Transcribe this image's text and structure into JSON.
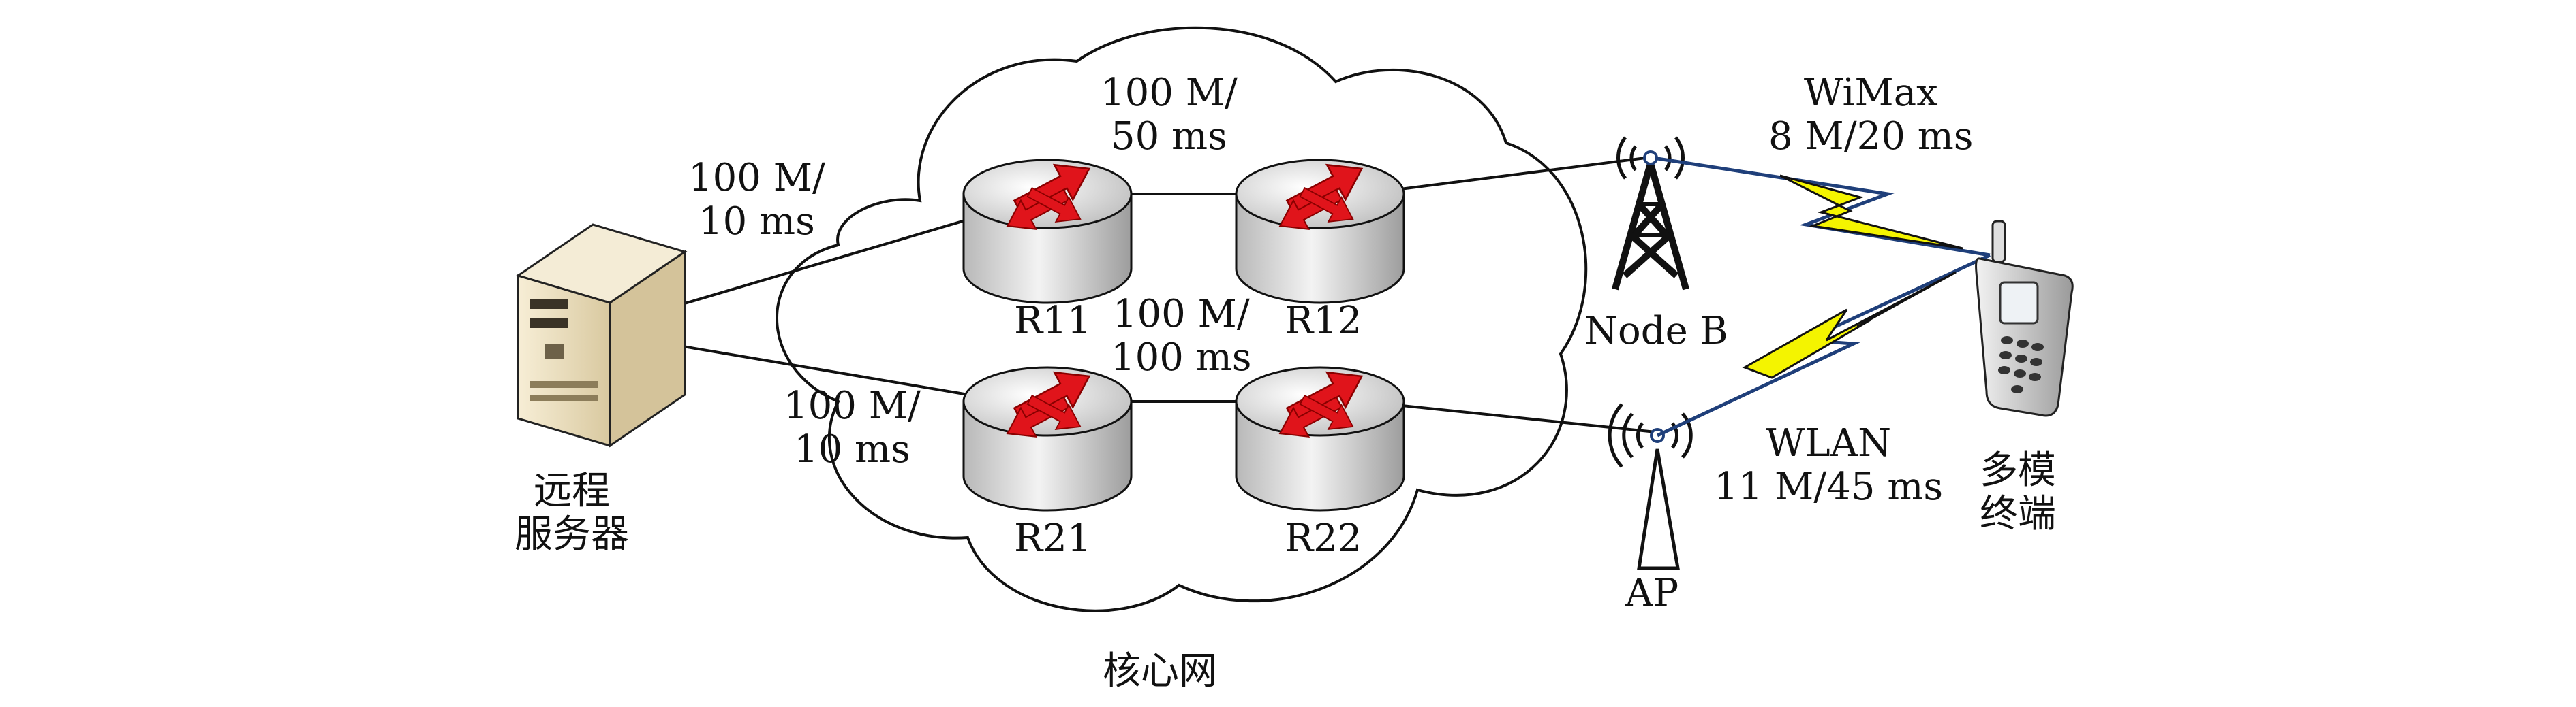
{
  "labels": {
    "server_line1": "远程",
    "server_line2": "服务器",
    "core_network": "核心网",
    "terminal_line1": "多模",
    "terminal_line2": "终端",
    "node_b": "Node B",
    "ap": "AP",
    "r11": "R11",
    "r12": "R12",
    "r21": "R21",
    "r22": "R22"
  },
  "links": {
    "server_r11_bw": "100 M/",
    "server_r11_delay": "10 ms",
    "server_r21_bw": "100 M/",
    "server_r21_delay": "10 ms",
    "r11_r12_bw": "100 M/",
    "r11_r12_delay": "50 ms",
    "r21_r22_bw": "100 M/",
    "r21_r22_delay": "100 ms",
    "wimax_name": "WiMax",
    "wimax_spec": "8 M/20 ms",
    "wlan_name": "WLAN",
    "wlan_spec": "11 M/45 ms"
  },
  "colors": {
    "router_arrows": "#e0141b",
    "wireless_bolt": "#f4f400",
    "wireless_link": "#1f3f7a",
    "server_body": "#efe3c4"
  }
}
